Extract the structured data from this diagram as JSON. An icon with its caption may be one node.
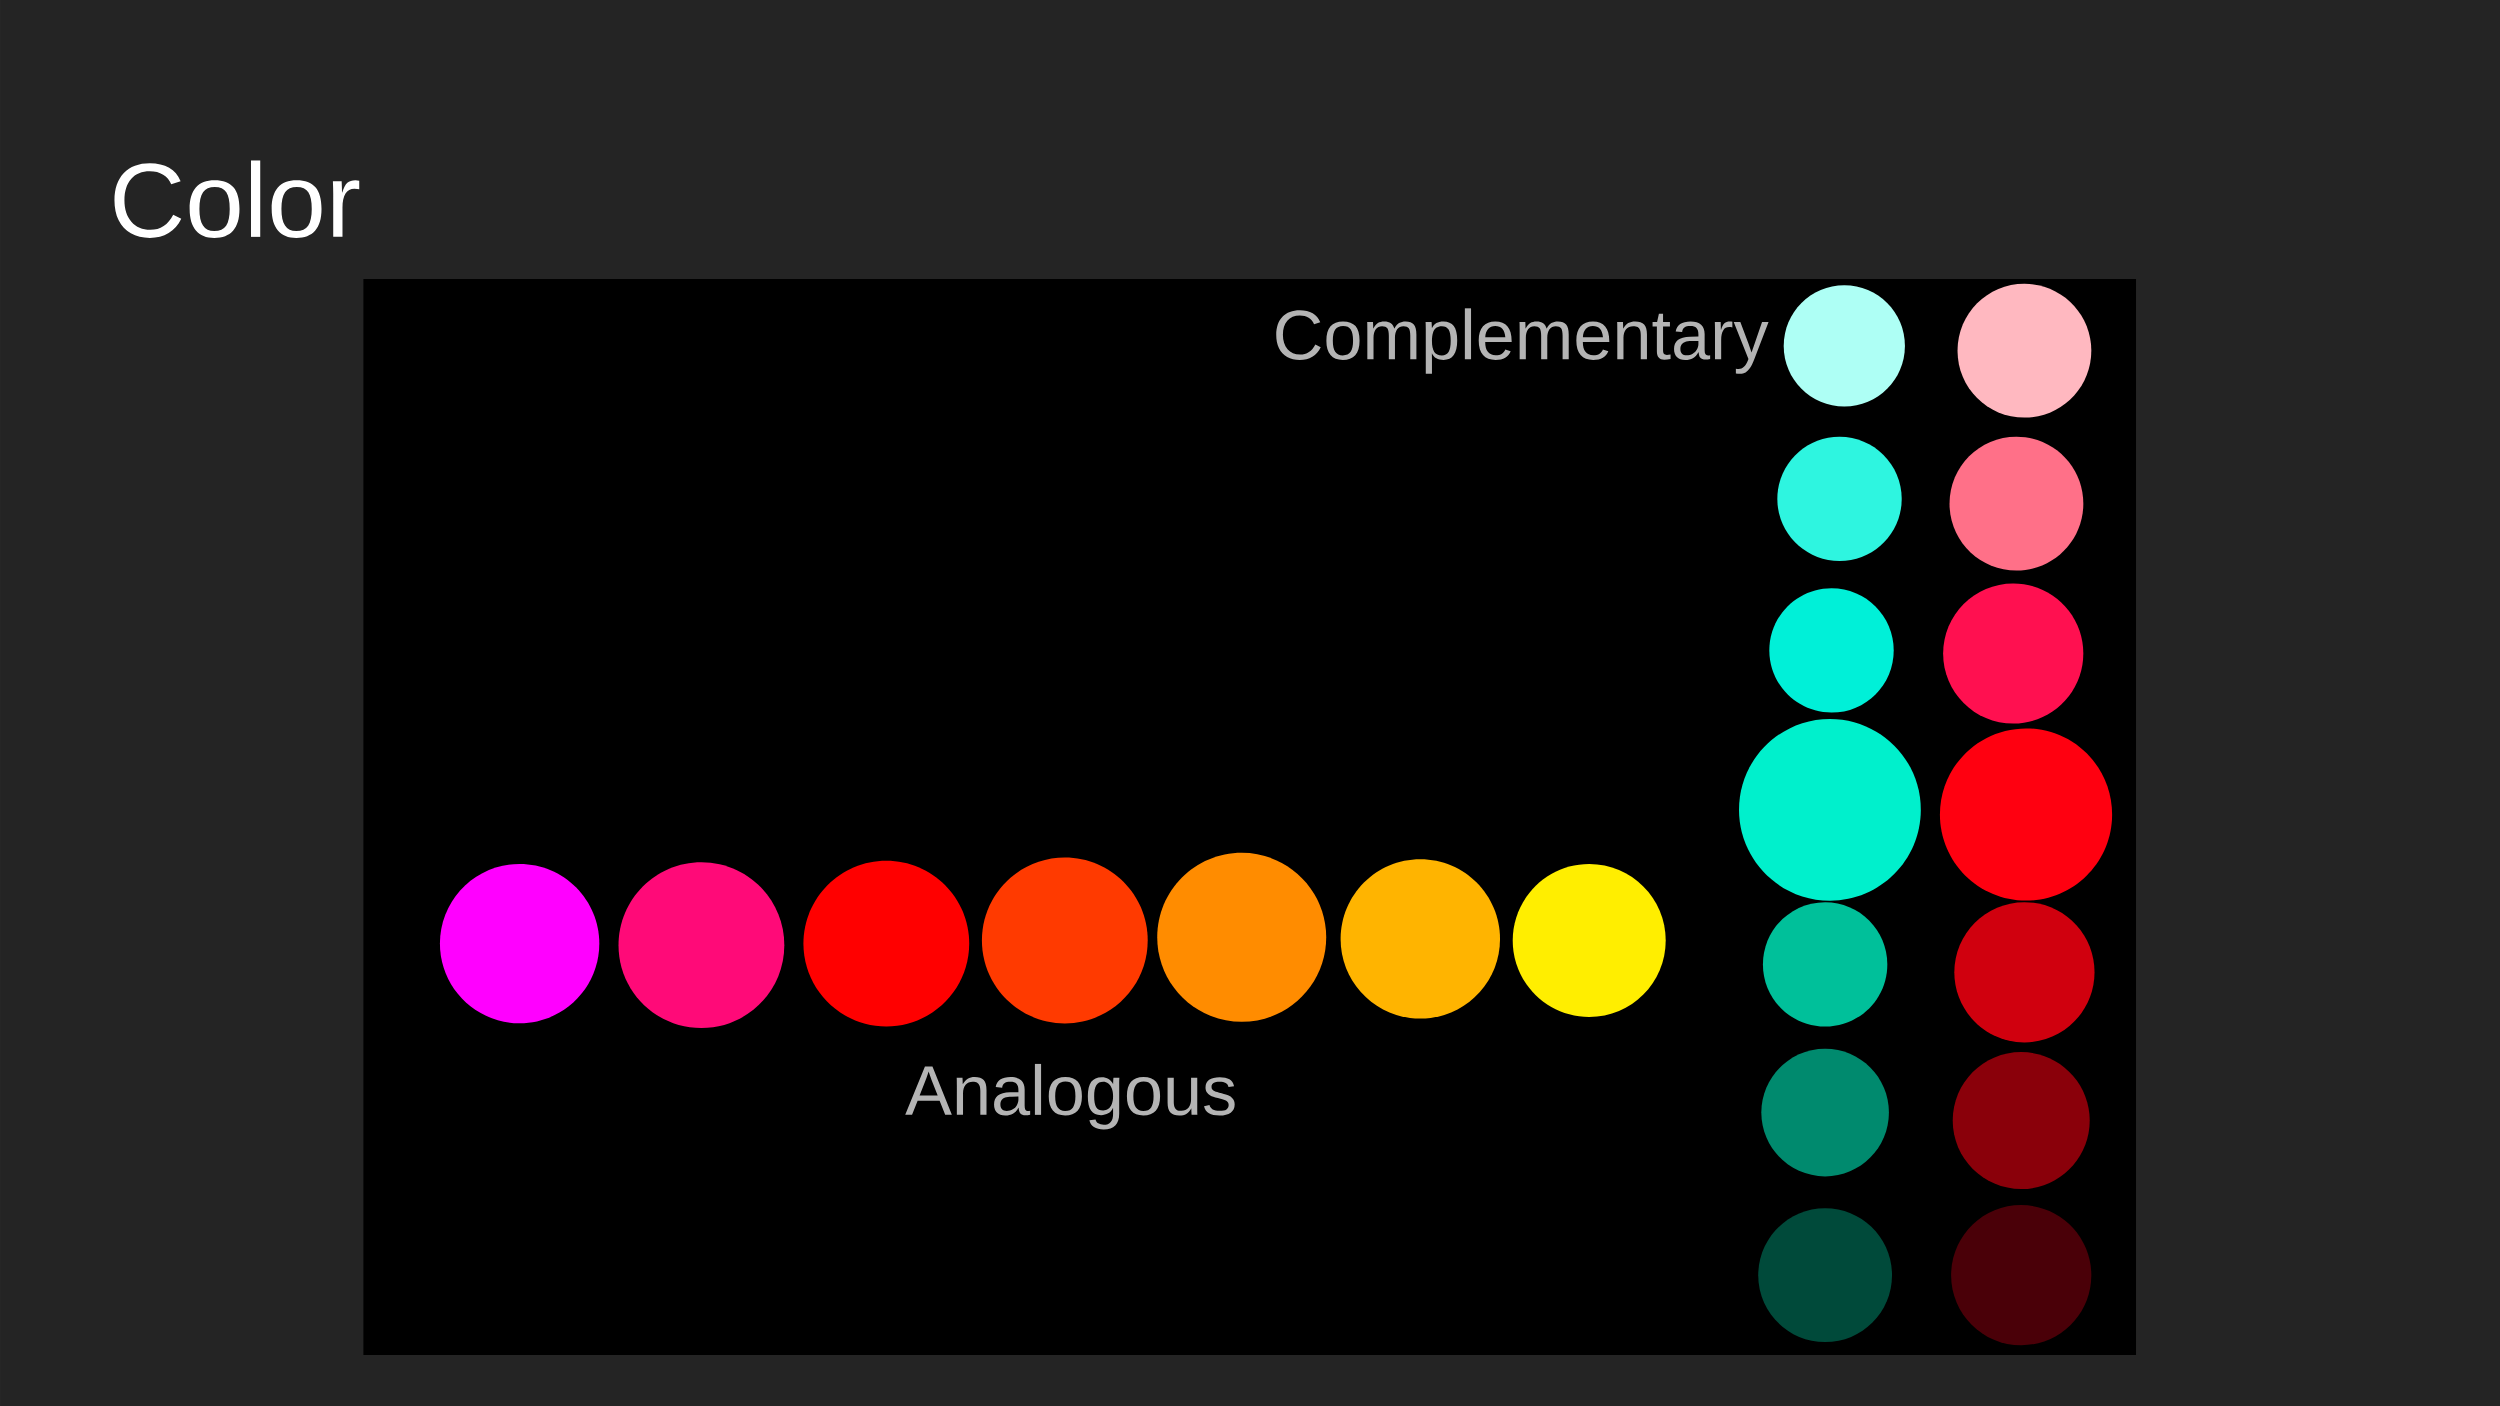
{
  "diagram": {
    "title": "Color",
    "labels": [
      "Complementary",
      "Analogous"
    ]
  }
}
